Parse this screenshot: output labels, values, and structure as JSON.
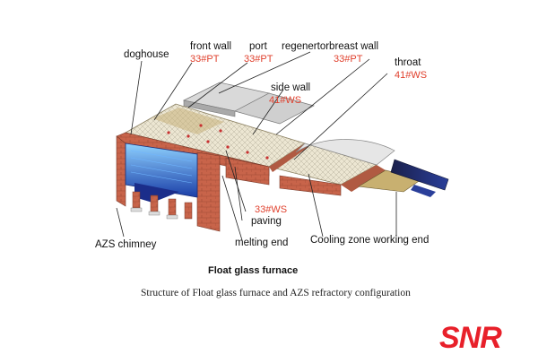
{
  "labels": {
    "doghouse": "doghouse",
    "front_wall": "front wall",
    "port": "port",
    "regenerator_breast_wall": "regenertorbreast wall",
    "throat": "throat",
    "side_wall": "side wall",
    "paving": "paving",
    "azs_chimney": "AZS chimney",
    "melting_end": "melting end",
    "cooling_zone": "Cooling zone working end"
  },
  "codes": {
    "front_wall": "33#PT",
    "port": "33#PT",
    "breast_wall": "33#PT",
    "throat": "41#WS",
    "side_wall": "41#WS",
    "paving": "33#WS"
  },
  "title": "Float glass furnace",
  "caption": "Structure of Float glass furnace and AZS refractory configuration",
  "logo": "SNR",
  "colors": {
    "brick": "#c8644a",
    "brick_dark": "#9e4a36",
    "tile": "#e9e3cf",
    "crown_tile": "#d9cfa8",
    "liquid_blue": "#2c6fd6",
    "code_red": "#e0412e",
    "logo_red": "#e8202a"
  }
}
